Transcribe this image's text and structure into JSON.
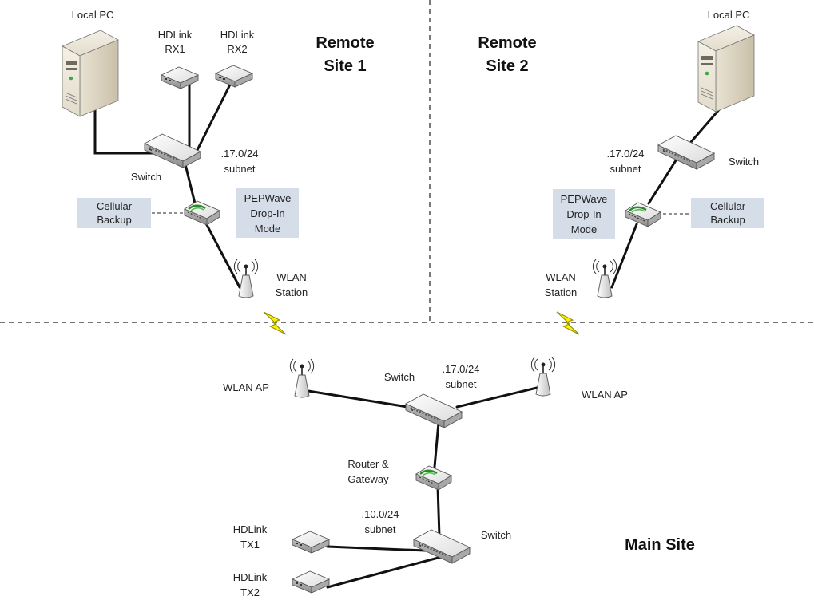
{
  "sites": {
    "remote1": [
      "Remote",
      "Site 1"
    ],
    "remote2": [
      "Remote",
      "Site 2"
    ],
    "main": "Main Site"
  },
  "labels": {
    "local_pc_1": "Local PC",
    "local_pc_2": "Local PC",
    "hdlink_rx1": [
      "HDLink",
      "RX1"
    ],
    "hdlink_rx2": [
      "HDLink",
      "RX2"
    ],
    "switch_r1": "Switch",
    "subnet_r1": [
      ".17.0/24",
      "subnet"
    ],
    "cellular_r1": [
      "Cellular",
      "Backup"
    ],
    "pepwave_r1": [
      "PEPWave",
      "Drop-In",
      "Mode"
    ],
    "wlan_station_r1": [
      "WLAN",
      "Station"
    ],
    "switch_r2": "Switch",
    "subnet_r2": [
      ".17.0/24",
      "subnet"
    ],
    "cellular_r2": [
      "Cellular",
      "Backup"
    ],
    "pepwave_r2": [
      "PEPWave",
      "Drop-In",
      "Mode"
    ],
    "wlan_station_r2": [
      "WLAN",
      "Station"
    ],
    "wlan_ap_left": "WLAN AP",
    "wlan_ap_right": "WLAN AP",
    "switch_main_top": "Switch",
    "subnet_main_top": [
      ".17.0/24",
      "subnet"
    ],
    "router": [
      "Router &",
      "Gateway"
    ],
    "subnet_main_bottom": [
      ".10.0/24",
      "subnet"
    ],
    "switch_main_bottom": "Switch",
    "hdlink_tx1": [
      "HDLink",
      "TX1"
    ],
    "hdlink_tx2": [
      "HDLink",
      "TX2"
    ]
  },
  "colors": {
    "box_fill": "#d5dde8",
    "link": "#111111",
    "bolt": "#ffee00",
    "bolt_outline": "#8a8a00"
  }
}
